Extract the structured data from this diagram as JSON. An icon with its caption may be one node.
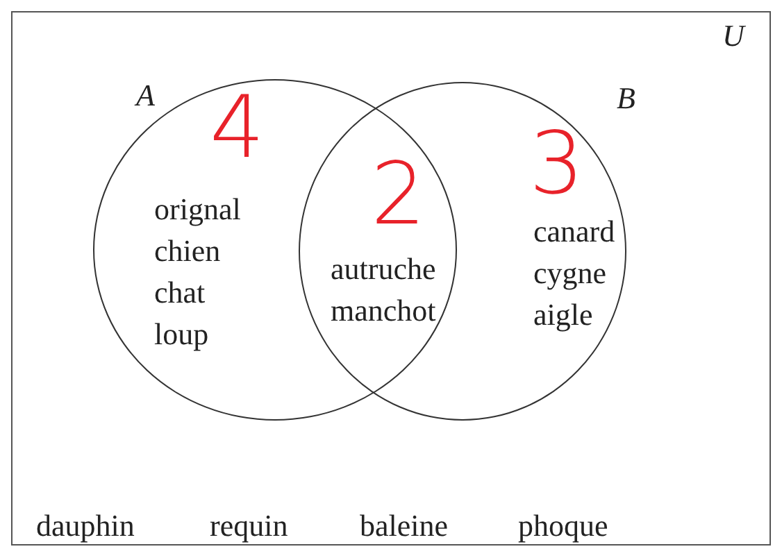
{
  "diagram": {
    "nodes": [
      {
        "text": [
          "U"
        ]
      },
      {
        "text": [
          "A",
          "orignal chien chat loup"
        ],
        "in": 0
      },
      {
        "text": [
          "B",
          "canard cygne aigle"
        ],
        "in": 0
      }
    ],
    "edges": [],
    "labels": [
      "4",
      "2",
      "3",
      "autruche manchot",
      "dauphin",
      "requin",
      "baleine",
      "phoque"
    ]
  }
}
